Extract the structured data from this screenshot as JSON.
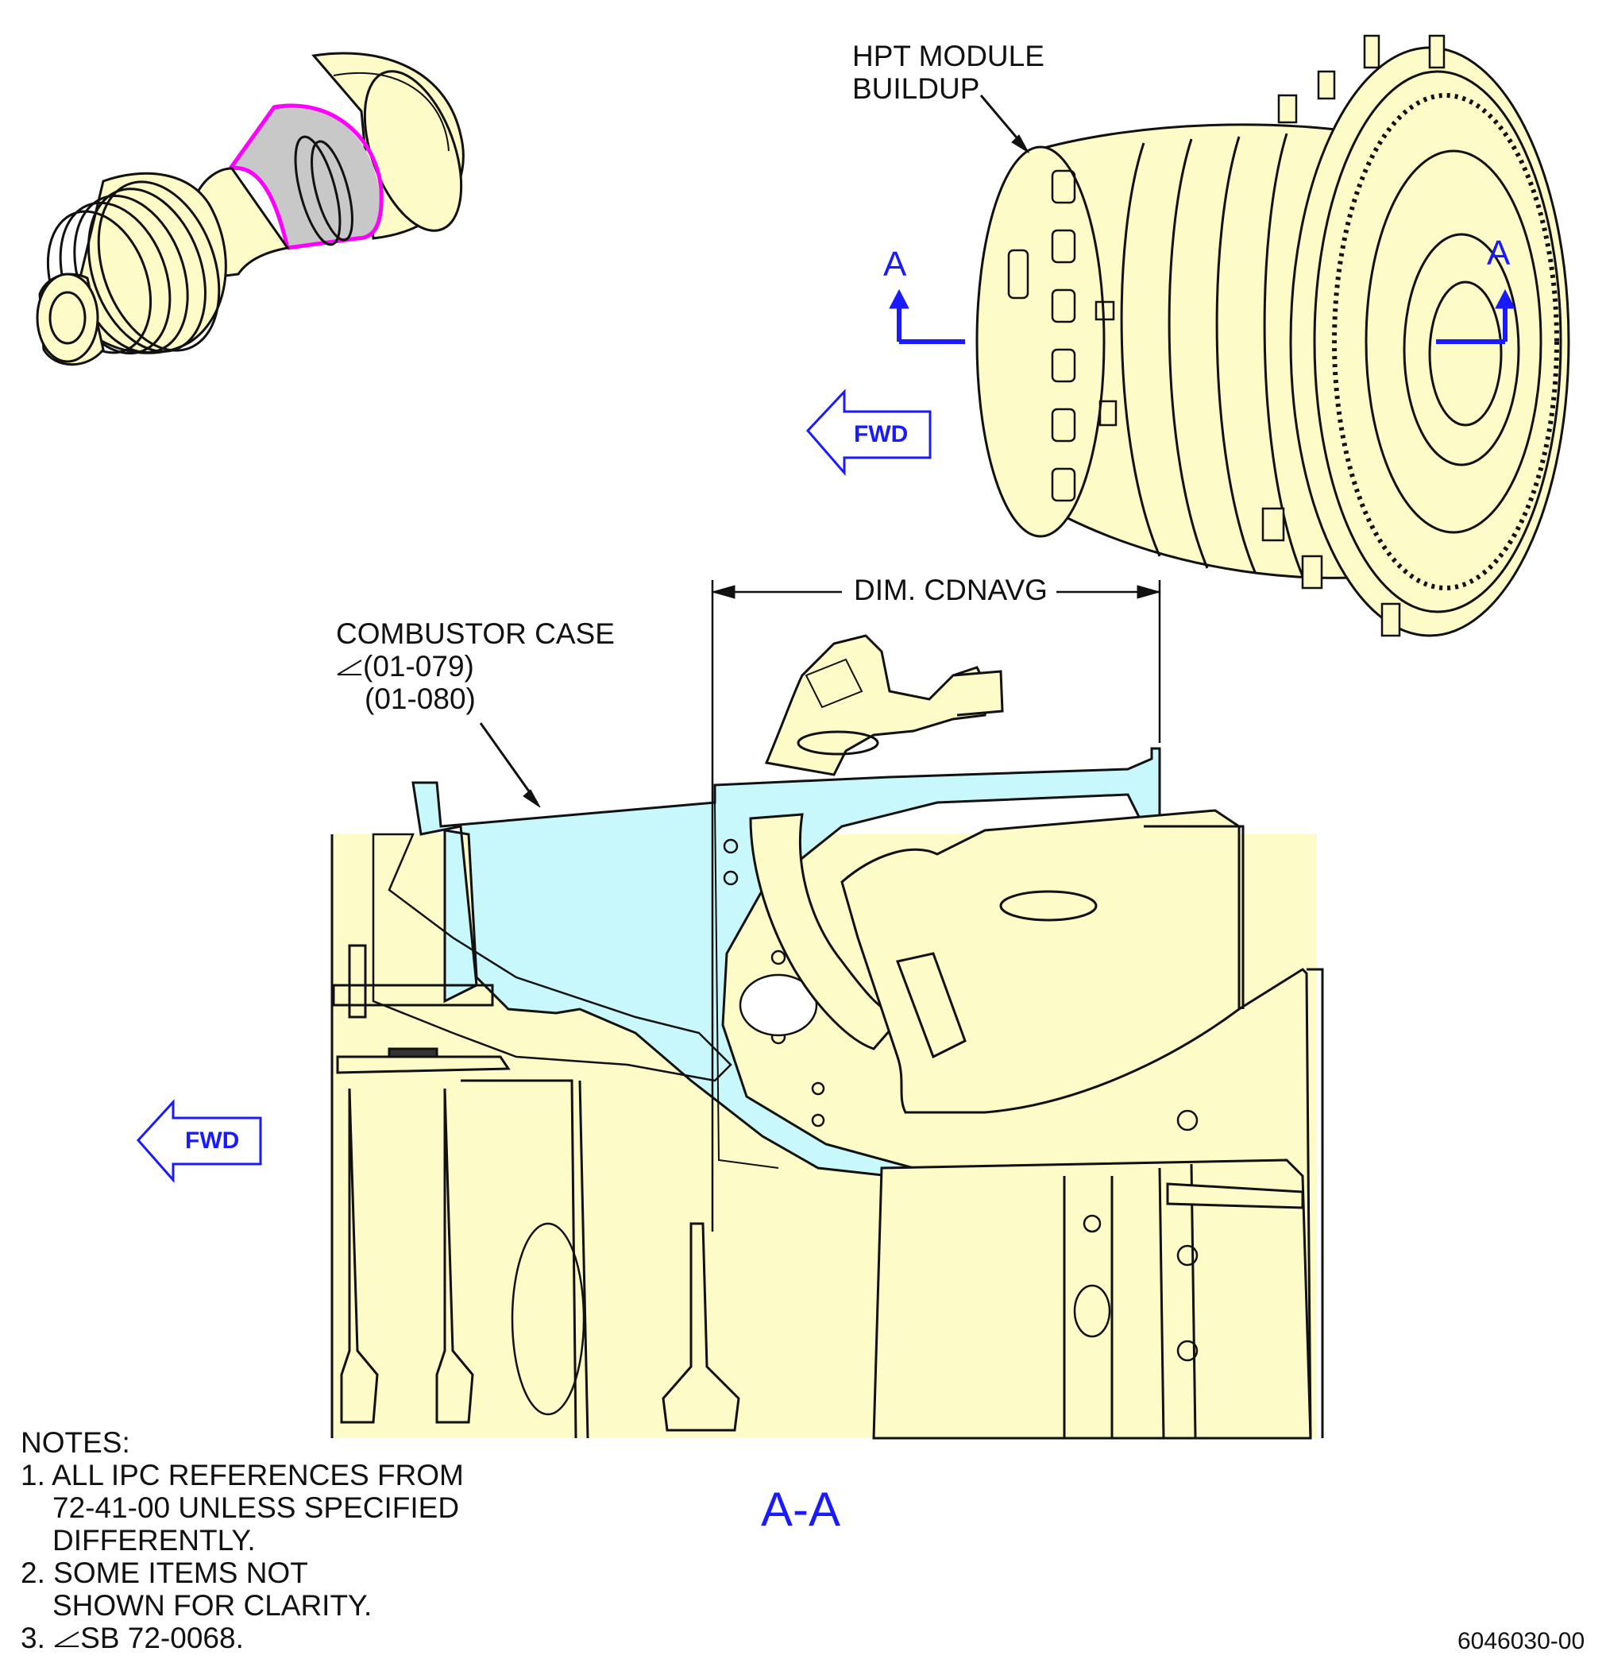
{
  "hpt_label": {
    "line1": "HPT MODULE",
    "line2": "BUILDUP"
  },
  "section_markers": {
    "left": "A",
    "right": "A"
  },
  "fwd_upper": "FWD",
  "fwd_lower": "FWD",
  "dimension_label": "DIM. CDNAVG",
  "combustor_label": {
    "name": "COMBUSTOR CASE",
    "ref1": "(01-079)",
    "ref2": "(01-080)"
  },
  "section_view_label": "A-A",
  "notes": {
    "title": "NOTES:",
    "n1_l1": "1. ALL IPC REFERENCES FROM",
    "n1_l2": "72-41-00 UNLESS SPECIFIED",
    "n1_l3": "DIFFERENTLY.",
    "n2_l1": "2. SOME ITEMS NOT",
    "n2_l2": "SHOWN FOR CLARITY.",
    "n3_prefix": "3.",
    "n3_text": "SB 72-0068."
  },
  "figure_id": "6046030-00",
  "colors": {
    "part_fill": "#fdfbc8",
    "case_fill": "#c8f8fb",
    "highlight": "#ff00ff",
    "gray": "#c8c8c8",
    "annotation_blue": "#1a1aff"
  }
}
